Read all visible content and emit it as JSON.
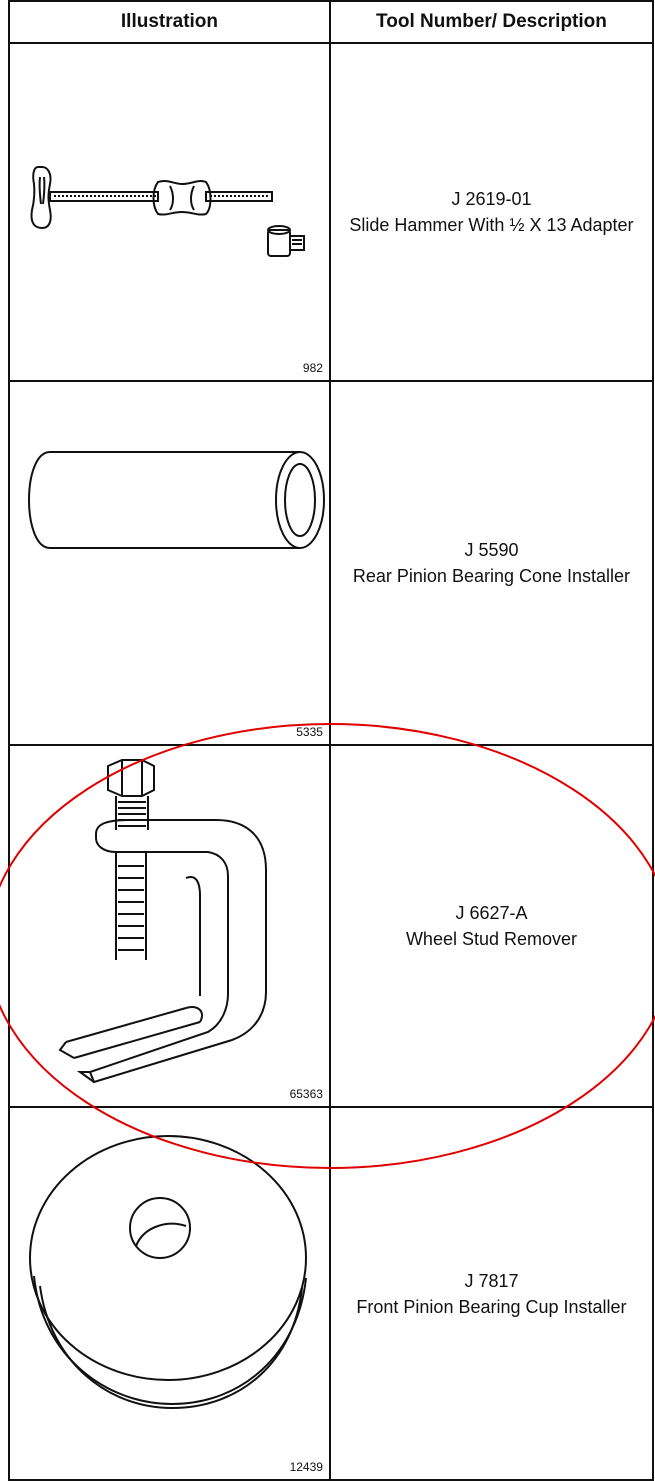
{
  "table": {
    "headers": [
      "Illustration",
      "Tool Number/ Description"
    ],
    "rows": [
      {
        "illustration_icon": "slide-hammer-icon",
        "figure_number": "982",
        "tool_number": "J 2619-01",
        "description": "Slide Hammer With ½ X 13 Adapter"
      },
      {
        "illustration_icon": "bearing-cone-installer-icon",
        "figure_number": "5335",
        "tool_number": "J 5590",
        "description": "Rear Pinion Bearing Cone Installer"
      },
      {
        "illustration_icon": "wheel-stud-remover-icon",
        "figure_number": "65363",
        "tool_number": "J 6627-A",
        "description": "Wheel Stud Remover"
      },
      {
        "illustration_icon": "bearing-cup-installer-icon",
        "figure_number": "12439",
        "tool_number": "J 7817",
        "description": "Front Pinion Bearing Cup Installer"
      }
    ]
  },
  "highlight": {
    "color": "#e00000",
    "highlighted_row": 3
  }
}
